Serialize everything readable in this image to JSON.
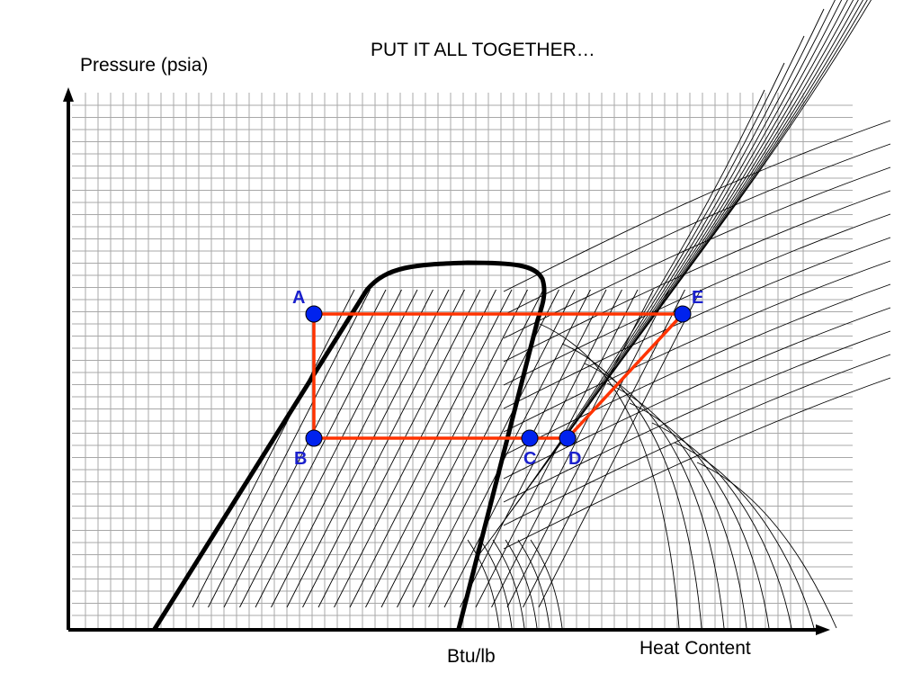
{
  "title": "PUT IT ALL TOGETHER…",
  "axes": {
    "y_label": "Pressure (psia)",
    "x_unit_label": "Btu/lb",
    "x_label": "Heat Content"
  },
  "cycle": {
    "points": [
      "A",
      "B",
      "C",
      "D",
      "E"
    ],
    "path": [
      "A",
      "B",
      "C",
      "D",
      "E",
      "A"
    ]
  },
  "colors": {
    "cycle_line": "#ff3300",
    "point_fill": "#0022ee",
    "point_label": "#1a20cc",
    "grid": "#a8a8a8",
    "curve": "#000000"
  }
}
